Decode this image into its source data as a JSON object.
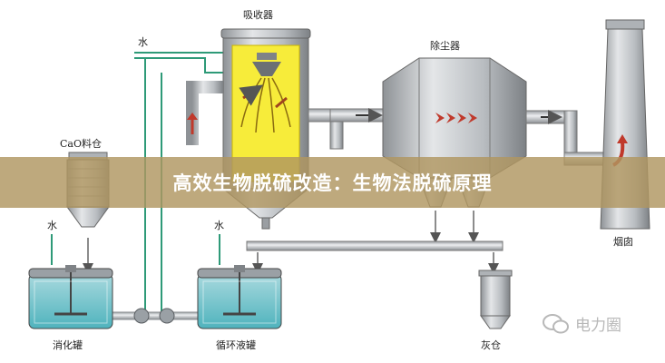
{
  "labels": {
    "absorber": "吸收器",
    "dust_collector": "除尘器",
    "water_top": "水",
    "cao_bin": "CaO料仓",
    "water_left": "水",
    "water_mid": "水",
    "chimney": "烟囱",
    "slaker": "消化罐",
    "circulation_tank": "循环液罐",
    "ash_bin": "灰仓"
  },
  "banner": {
    "title": "高效生物脱硫改造：生物法脱硫原理"
  },
  "watermark": {
    "text": "电力圈"
  },
  "colors": {
    "absorber_fill": "#f7ec3a",
    "pipe": "#c9c9c9",
    "water_line": "#2e9a78",
    "tank_liquid": "#6ec7cf",
    "banner": "#b09660",
    "arrow_red": "#c0392b"
  }
}
